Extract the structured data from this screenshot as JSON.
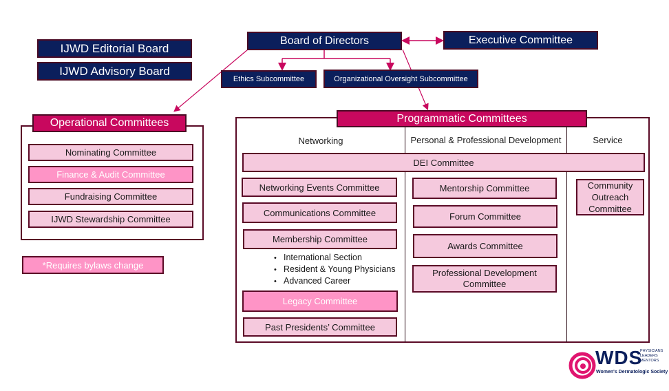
{
  "top_boards": {
    "editorial": "IJWD Editorial Board",
    "advisory": "IJWD Advisory Board"
  },
  "board_of_directors": "Board of Directors",
  "executive_committee": "Executive Committee",
  "subcommittees": {
    "ethics": "Ethics Subcommittee",
    "oversight": "Organizational Oversight Subcommittee"
  },
  "operational": {
    "title": "Operational Committees",
    "items": [
      {
        "label": "Nominating Committee",
        "requires_bylaws_change": false
      },
      {
        "label": "Finance & Audit Committee",
        "requires_bylaws_change": true
      },
      {
        "label": "Fundraising Committee",
        "requires_bylaws_change": false
      },
      {
        "label": "IJWD Stewardship Committee",
        "requires_bylaws_change": false
      }
    ]
  },
  "legend": {
    "label": "*Requires bylaws change"
  },
  "programmatic": {
    "title": "Programmatic Committees",
    "columns": [
      "Networking",
      "Personal & Professional Development",
      "Service"
    ],
    "spanning": "DEI Committee",
    "networking": [
      {
        "label": "Networking Events Committee",
        "requires_bylaws_change": false
      },
      {
        "label": "Communications Committee",
        "requires_bylaws_change": false
      },
      {
        "label": "Membership Committee",
        "requires_bylaws_change": false
      },
      {
        "label": "Legacy Committee",
        "requires_bylaws_change": true
      },
      {
        "label": "Past Presidents’ Committee",
        "requires_bylaws_change": false
      }
    ],
    "membership_sections": [
      "International Section",
      "Resident & Young Physicians",
      "Advanced Career"
    ],
    "ppd": [
      {
        "label": "Mentorship Committee"
      },
      {
        "label": "Forum Committee"
      },
      {
        "label": "Awards Committee"
      },
      {
        "label": "Professional Development Committee"
      }
    ],
    "service": [
      {
        "label": "Community Outreach Committee"
      }
    ]
  },
  "logo": {
    "acronym": "WDS",
    "taglines": [
      "PHYSICIANS",
      "LEADERS",
      "MENTORS"
    ],
    "name": "Women's Dermatologic Society"
  },
  "colors": {
    "navy": "#0b1f5c",
    "magenta": "#c8085e",
    "light_pink": "#f5c9dd",
    "hot_pink": "#fe94c6",
    "border": "#5a0a26",
    "connector": "#c8085e"
  }
}
